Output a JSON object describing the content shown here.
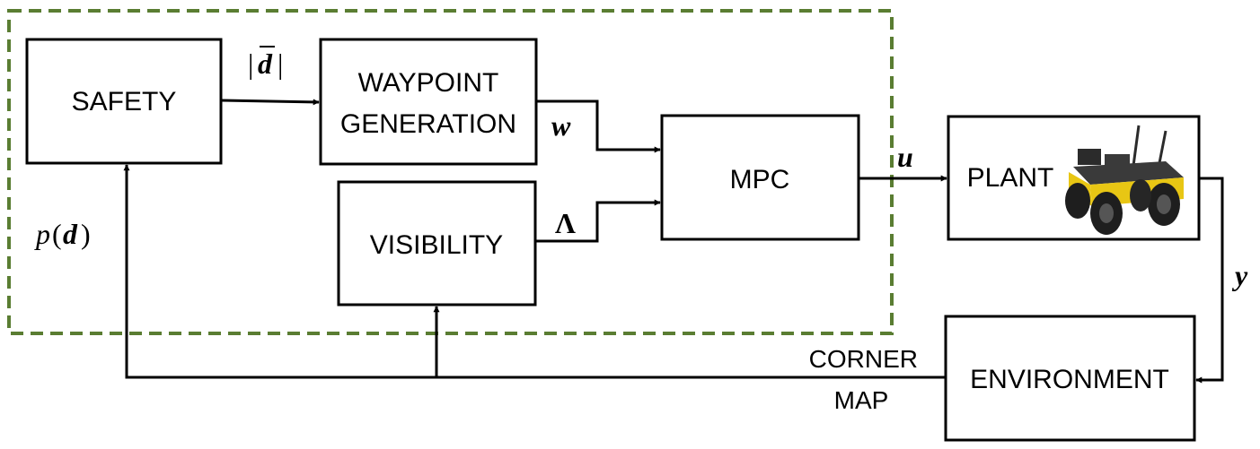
{
  "colors": {
    "background": "#ffffff",
    "stroke": "#000000",
    "controller_boundary": "#5a7d32",
    "robot_body": "#2b2b2b",
    "robot_accent": "#e8c614"
  },
  "blocks": {
    "safety": "SAFETY",
    "waypoint_line1": "WAYPOINT",
    "waypoint_line2": "GENERATION",
    "visibility": "VISIBILITY",
    "mpc": "MPC",
    "plant": "PLANT",
    "environment": "ENVIRONMENT"
  },
  "signals": {
    "d_bar_open": "|",
    "d_bar_symbol": "d",
    "d_bar_close": "|",
    "w": "w",
    "lambda": "Λ",
    "u": "u",
    "y": "y",
    "p_d_p": "p",
    "p_d_open": "(",
    "p_d_symbol": "d",
    "p_d_close": ")",
    "corner": "CORNER",
    "map": "MAP"
  },
  "icons": {
    "plant_image": "wheeled-robot-icon"
  }
}
